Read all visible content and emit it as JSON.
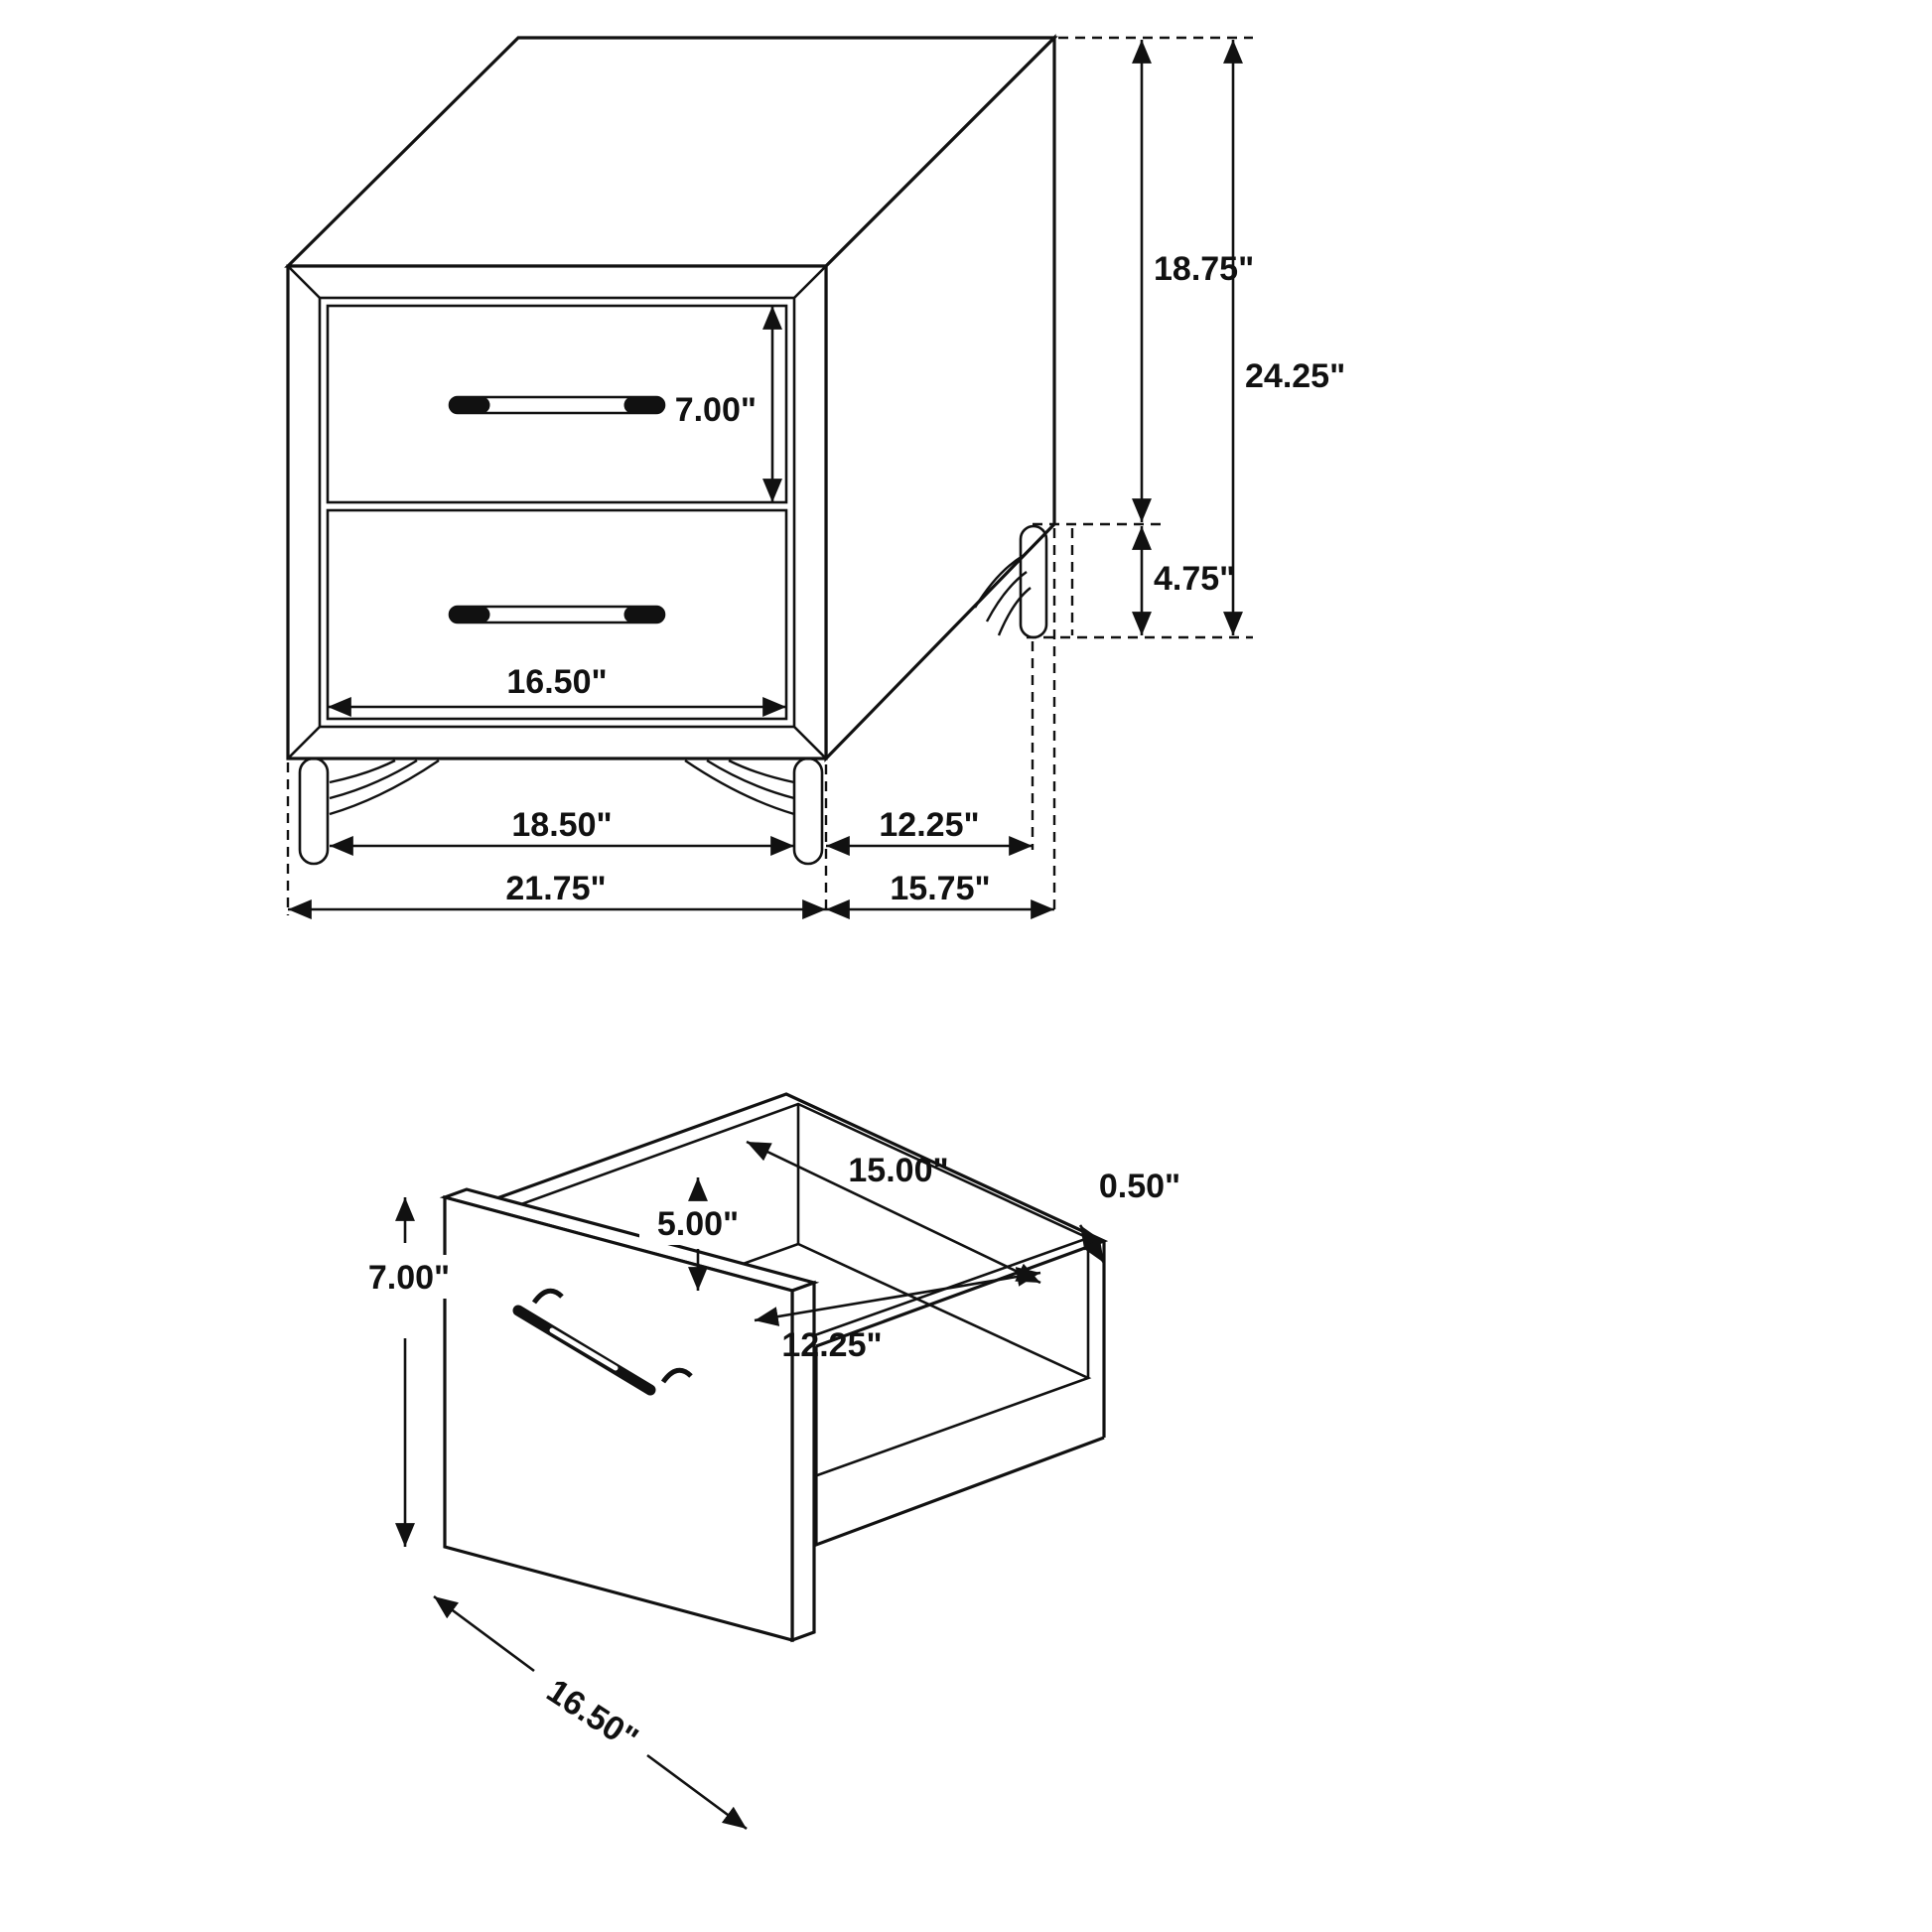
{
  "page": {
    "background": "#ffffff",
    "line_color": "#111111"
  },
  "nightstand": {
    "labels": {
      "drawer_height": "7.00\"",
      "drawer_width": "16.50\"",
      "leg_span_front": "18.50\"",
      "leg_span_side": "12.25\"",
      "overall_width": "21.75\"",
      "overall_depth": "15.75\"",
      "body_height": "18.75\"",
      "leg_height": "4.75\"",
      "overall_height": "24.25\""
    }
  },
  "drawer": {
    "labels": {
      "front_height": "7.00\"",
      "front_width": "16.50\"",
      "inner_height": "5.00\"",
      "inner_width": "15.00\"",
      "inner_depth": "12.25\"",
      "side_thickness": "0.50\""
    }
  }
}
